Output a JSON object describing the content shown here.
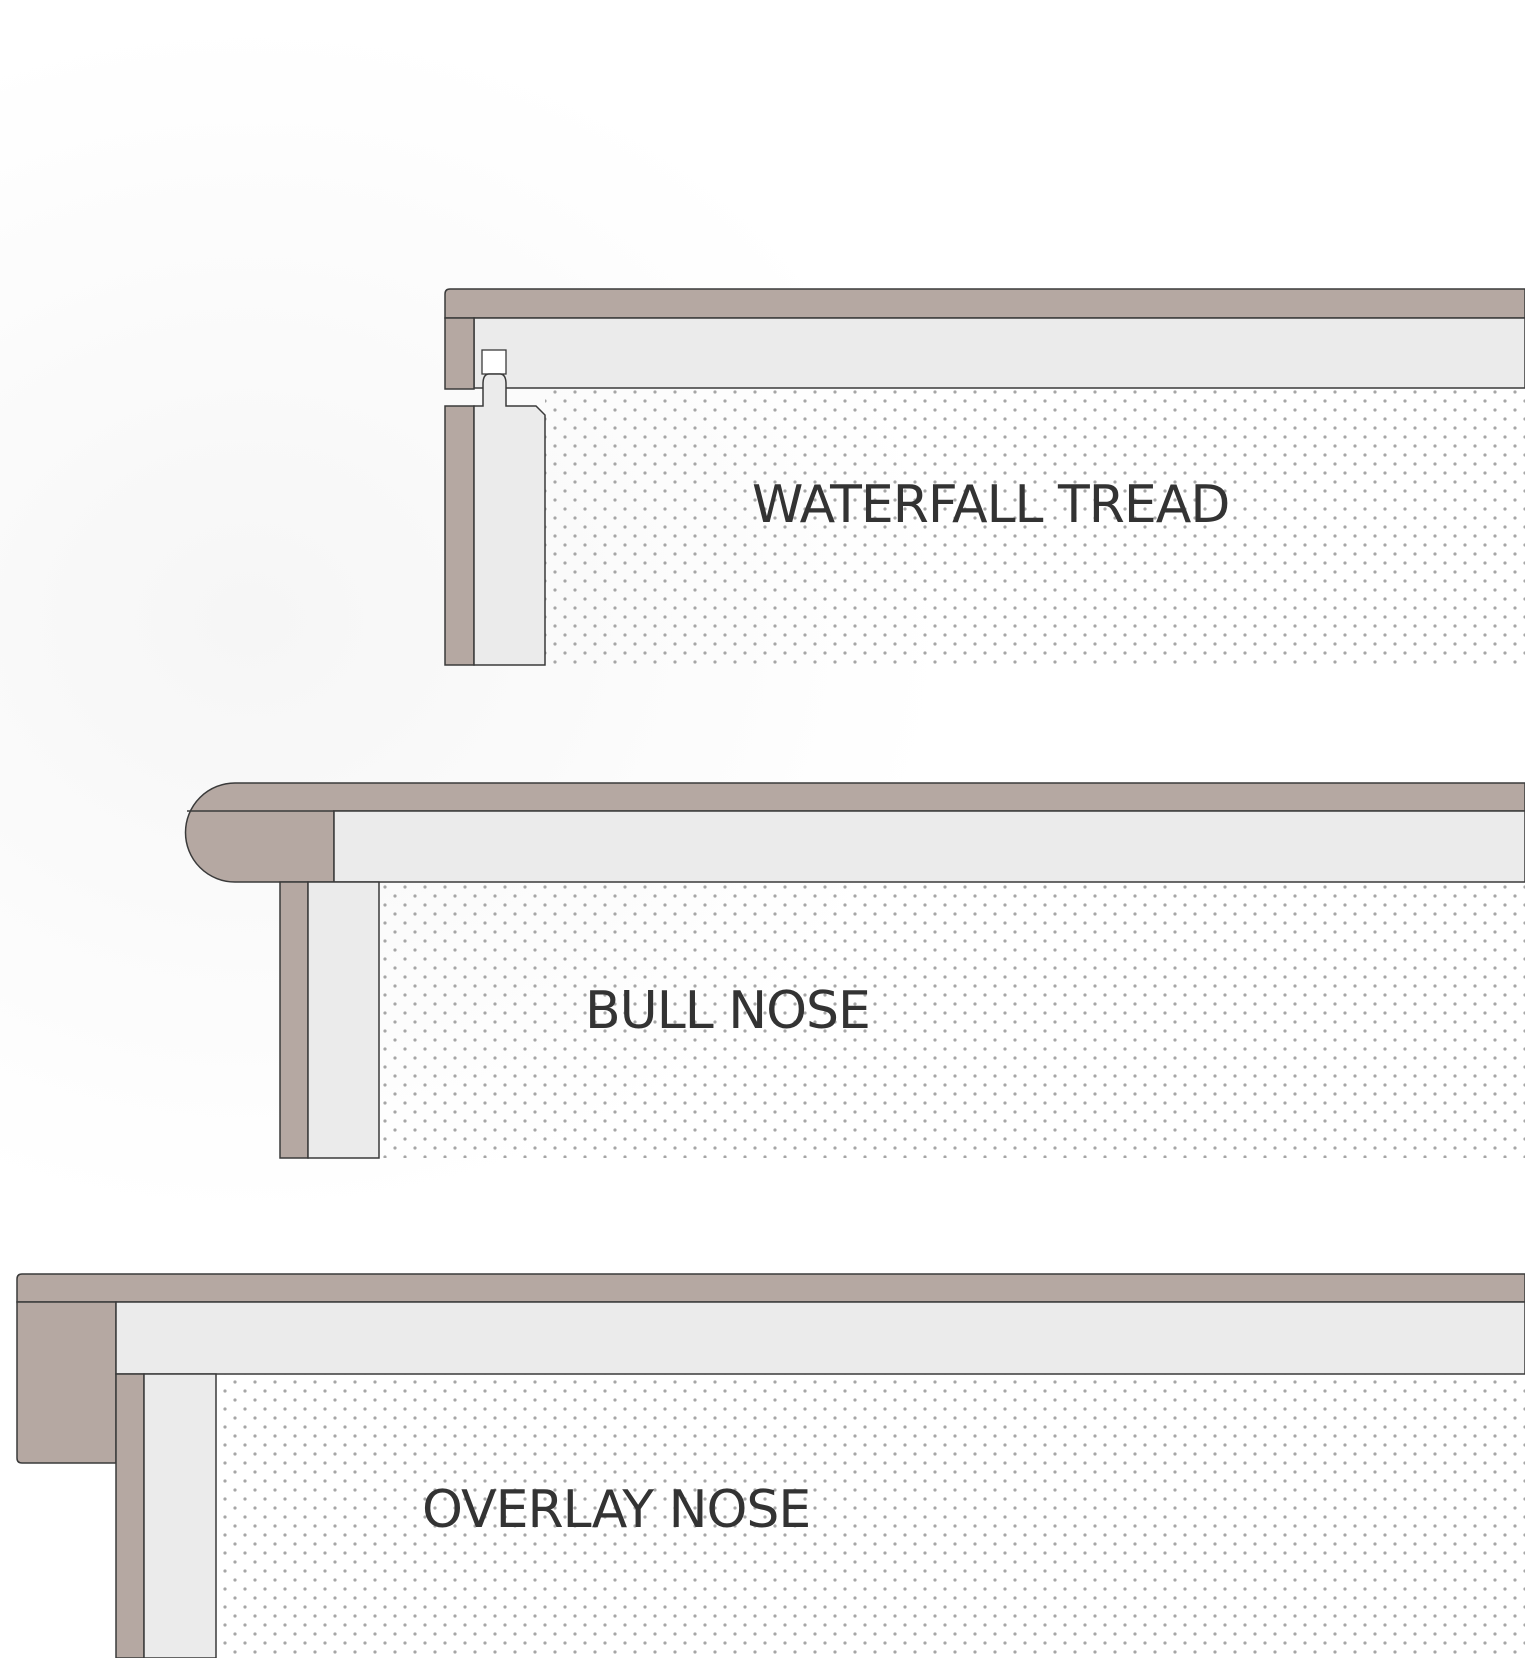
{
  "colors": {
    "wood": "#b5a8a2",
    "board": "#ebebeb",
    "stroke": "#3a3a3a",
    "dot": "#a6a6a6",
    "text": "#333333"
  },
  "profiles": [
    {
      "id": "waterfall",
      "label": "WATERFALL TREAD"
    },
    {
      "id": "bullnose",
      "label": "BULL NOSE"
    },
    {
      "id": "overlay",
      "label": "OVERLAY NOSE"
    }
  ]
}
